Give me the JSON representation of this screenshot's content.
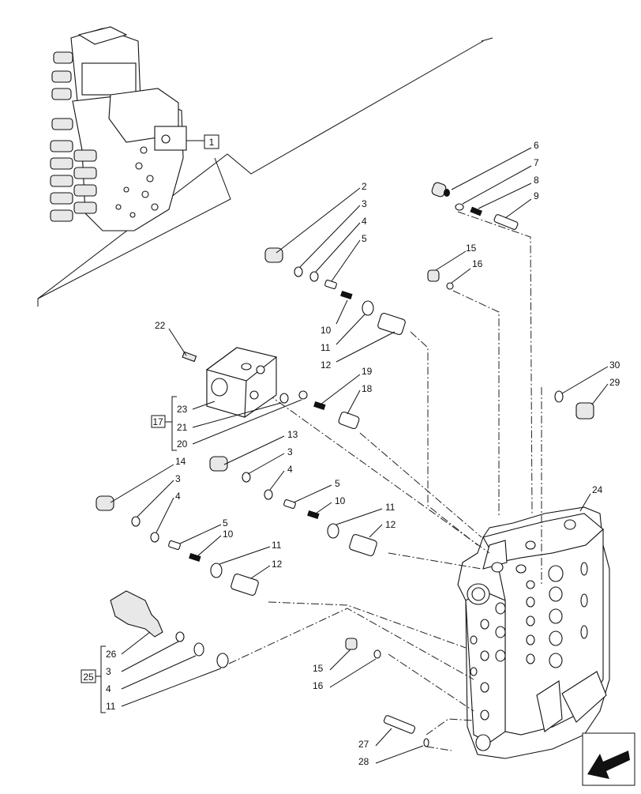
{
  "callouts": {
    "c1": "1",
    "c2": "2",
    "c3a": "3",
    "c4a": "4",
    "c5a": "5",
    "c6": "6",
    "c7": "7",
    "c8": "8",
    "c9": "9",
    "c10a": "10",
    "c11a": "11",
    "c12a": "12",
    "c15a": "15",
    "c16a": "16",
    "c22": "22",
    "c19": "19",
    "c18": "18",
    "c17": "17",
    "c23": "23",
    "c21": "21",
    "c20": "20",
    "c13": "13",
    "c3b": "3",
    "c4b": "4",
    "c5b": "5",
    "c10b": "10",
    "c11b": "11",
    "c12b": "12",
    "c14": "14",
    "c3c": "3",
    "c4c": "4",
    "c5c": "5",
    "c10c": "10",
    "c11c": "11",
    "c12c": "12",
    "c30": "30",
    "c29": "29",
    "c24": "24",
    "c25": "25",
    "c26": "26",
    "c3d": "3",
    "c4d": "4",
    "c11d": "11",
    "c15b": "15",
    "c16b": "16",
    "c27": "27",
    "c28": "28"
  }
}
